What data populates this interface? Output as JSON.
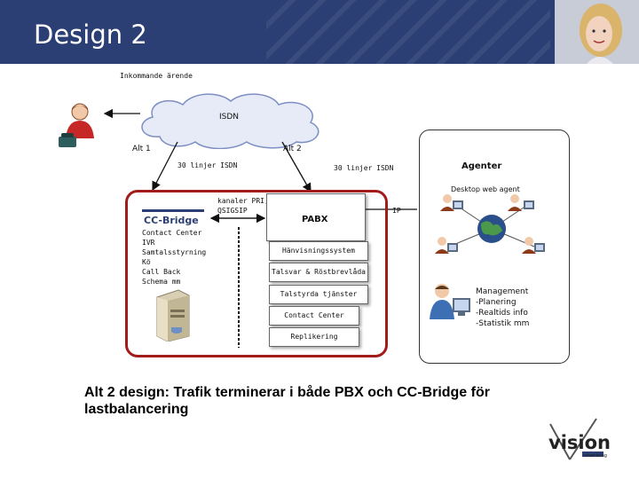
{
  "slide": {
    "title": "Design 2",
    "caption": "Alt 2 design: Trafik terminerar i både PBX och CC-Bridge för lastbalancering"
  },
  "diagram": {
    "incoming_label": "Inkommande ärende",
    "cloud_label": "ISDN",
    "alt1_label": "Alt 1",
    "alt2_label": "Alt 2",
    "isdn_lines_left": "30 linjer ISDN",
    "isdn_lines_right": "30 linjer ISDN",
    "channels_label": "kanaler PRI, QSIGSIP",
    "pbx_label": "PABX",
    "ip_label": "IP",
    "ccbridge_logo_text": "CC-Bridge",
    "ccbridge_features": [
      "Contact Center",
      "IVR",
      "Samtalsstyrning",
      "Kö",
      "Call Back",
      "Schema mm"
    ],
    "pbx_modules": [
      "Hänvisningssystem",
      "Talsvar & Röstbrevlåda",
      "Talstyrda tjänster",
      "Contact Center",
      "Replikering"
    ],
    "agents_title": "Agenter",
    "desktop_agent_label": "Desktop web agent",
    "management_lines": [
      "Management",
      "-Planering",
      "-Realtids info",
      "-Statistik mm"
    ]
  },
  "brand": {
    "logo_text": "vision",
    "logo_sub": "utveckling"
  },
  "colors": {
    "header": "#2b3f74",
    "cc_frame": "#a31c1c",
    "cloud_fill": "#e6ebf7",
    "cloud_stroke": "#7d8fc2"
  }
}
